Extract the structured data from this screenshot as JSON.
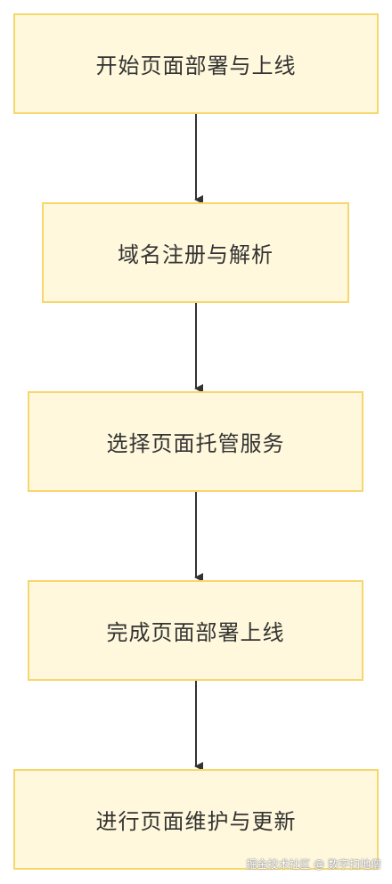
{
  "flowchart": {
    "nodes": [
      {
        "id": "n1",
        "label": "开始页面部署与上线"
      },
      {
        "id": "n2",
        "label": "域名注册与解析"
      },
      {
        "id": "n3",
        "label": "选择页面托管服务"
      },
      {
        "id": "n4",
        "label": "完成页面部署上线"
      },
      {
        "id": "n5",
        "label": "进行页面维护与更新"
      }
    ],
    "edges": [
      {
        "from": "n1",
        "to": "n2"
      },
      {
        "from": "n2",
        "to": "n3"
      },
      {
        "from": "n3",
        "to": "n4"
      },
      {
        "from": "n4",
        "to": "n5"
      }
    ],
    "colors": {
      "node_fill": "#fff8dc",
      "node_border": "#f5d76e",
      "edge": "#333333",
      "text": "#333333"
    }
  },
  "watermark": {
    "text": "掘金技术社区 @ 数字扫地僧"
  }
}
